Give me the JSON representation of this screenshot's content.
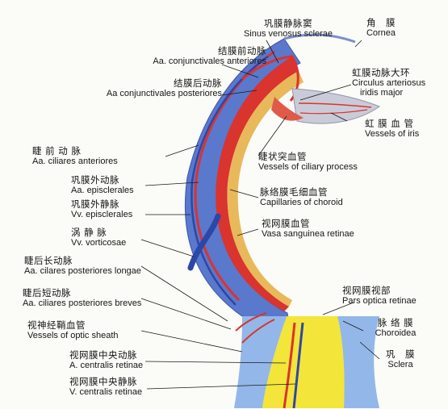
{
  "labels": {
    "sinus_venosus": {
      "zh": "巩膜静脉窦",
      "la": "Sinus venosus sclerae"
    },
    "cornea": {
      "zh": "角　膜",
      "la": "Cornea"
    },
    "conj_ant": {
      "zh": "结膜前动脉",
      "la": "Aa. conjunctivales anteriores"
    },
    "conj_post": {
      "zh": "结膜后动脉",
      "la": "Aa conjunctivales posteriores"
    },
    "circulus": {
      "zh": "虹膜动脉大环",
      "la": "Circulus arteriosus",
      "la2": "iridis major"
    },
    "vessels_iris": {
      "zh": "虹 膜 血 管",
      "la": "Vessels of iris"
    },
    "ciliares_ant": {
      "zh": "睫 前 动 脉",
      "la": "Aa. ciliares anteriores"
    },
    "ciliary_process": {
      "zh": "睫状突血管",
      "la": "Vessels of ciliary process"
    },
    "episcl_art": {
      "zh": "巩膜外动脉",
      "la": "Aa. episclerales"
    },
    "capillaries_choroid": {
      "zh": "脉络膜毛细血管",
      "la": "Capillaries of choroid"
    },
    "episcl_vein": {
      "zh": "巩膜外静脉",
      "la": "Vv. episclerales"
    },
    "retina_vessels": {
      "zh": "视网膜血管",
      "la": "Vasa sanguinea retinae"
    },
    "vorticosae": {
      "zh": "涡 静 脉",
      "la": "Vv. vorticosae"
    },
    "cil_post_longae": {
      "zh": "睫后长动脉",
      "la": "Aa. cilares posteriores longae"
    },
    "cil_post_breves": {
      "zh": "睫后短动脉",
      "la": "Aa. ciliares posteriores breves"
    },
    "pars_optica": {
      "zh": "视网膜视部",
      "la": "Pars optica retinae"
    },
    "optic_sheath": {
      "zh": "视神经鞘血管",
      "la": "Vessels of optic sheath"
    },
    "choroidea": {
      "zh": "脉 络 膜",
      "la": "Choroidea"
    },
    "central_artery": {
      "zh": "视网膜中央动脉",
      "la": "A. centralis retinae"
    },
    "sclera": {
      "zh": "巩　膜",
      "la": "Sclera"
    },
    "central_vein": {
      "zh": "视网膜中央静脉",
      "la": "V. centralis retinae"
    }
  },
  "colors": {
    "sclera": "#5a78cc",
    "choroid": "#d9342e",
    "retina": "#e8b95a",
    "optic_nerve": "#f3e53a",
    "optic_sheath": "#93b7e8",
    "vein": "#2c47a8",
    "leader": "#1a1a1a"
  }
}
